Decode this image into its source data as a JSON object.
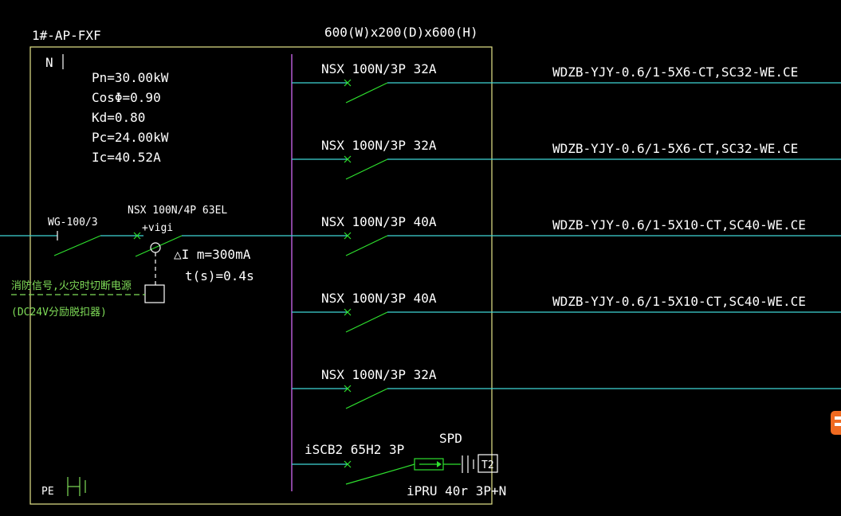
{
  "panel": {
    "name": "1#-AP-FXF",
    "dimensions": "600(W)x200(D)x600(H)",
    "n_label": "N",
    "pe_label": "PE"
  },
  "params": [
    "Pn=30.00kW",
    "CosΦ=0.90",
    "Kd=0.80",
    "Pc=24.00kW",
    "Ic=40.52A"
  ],
  "incoming": {
    "isolator": "WG-100/3",
    "breaker": "NSX 100N/4P 63EL",
    "breaker_addon": "+vigi",
    "leakage": "△I m=300mA",
    "delay": "t(s)=0.4s",
    "fire_signal": "消防信号,火灾时切断电源",
    "fire_signal_sub": "(DC24V分励脱扣器)"
  },
  "branches": [
    {
      "breaker": "NSX 100N/3P 32A",
      "cable": "WDZB-YJY-0.6/1-5X6-CT,SC32-WE.CE"
    },
    {
      "breaker": "NSX 100N/3P 32A",
      "cable": "WDZB-YJY-0.6/1-5X6-CT,SC32-WE.CE"
    },
    {
      "breaker": "NSX 100N/3P 40A",
      "cable": "WDZB-YJY-0.6/1-5X10-CT,SC40-WE.CE"
    },
    {
      "breaker": "NSX 100N/3P 40A",
      "cable": "WDZB-YJY-0.6/1-5X10-CT,SC40-WE.CE"
    },
    {
      "breaker": "NSX 100N/3P 32A",
      "cable": ""
    }
  ],
  "spd_branch": {
    "breaker": "iSCB2 65H2 3P",
    "spd_label": "SPD",
    "spd_class": "T2",
    "spd_model": "iPRU 40r 3P+N"
  },
  "colors": {
    "background": "#000000",
    "text": "#ffffff",
    "wire": "#3fd6d6",
    "switch": "#2ee02e",
    "frame": "#e6e68a",
    "busbar": "#c060e0",
    "annotation": "#7fdc58",
    "corner_badge": "#f06a20"
  }
}
